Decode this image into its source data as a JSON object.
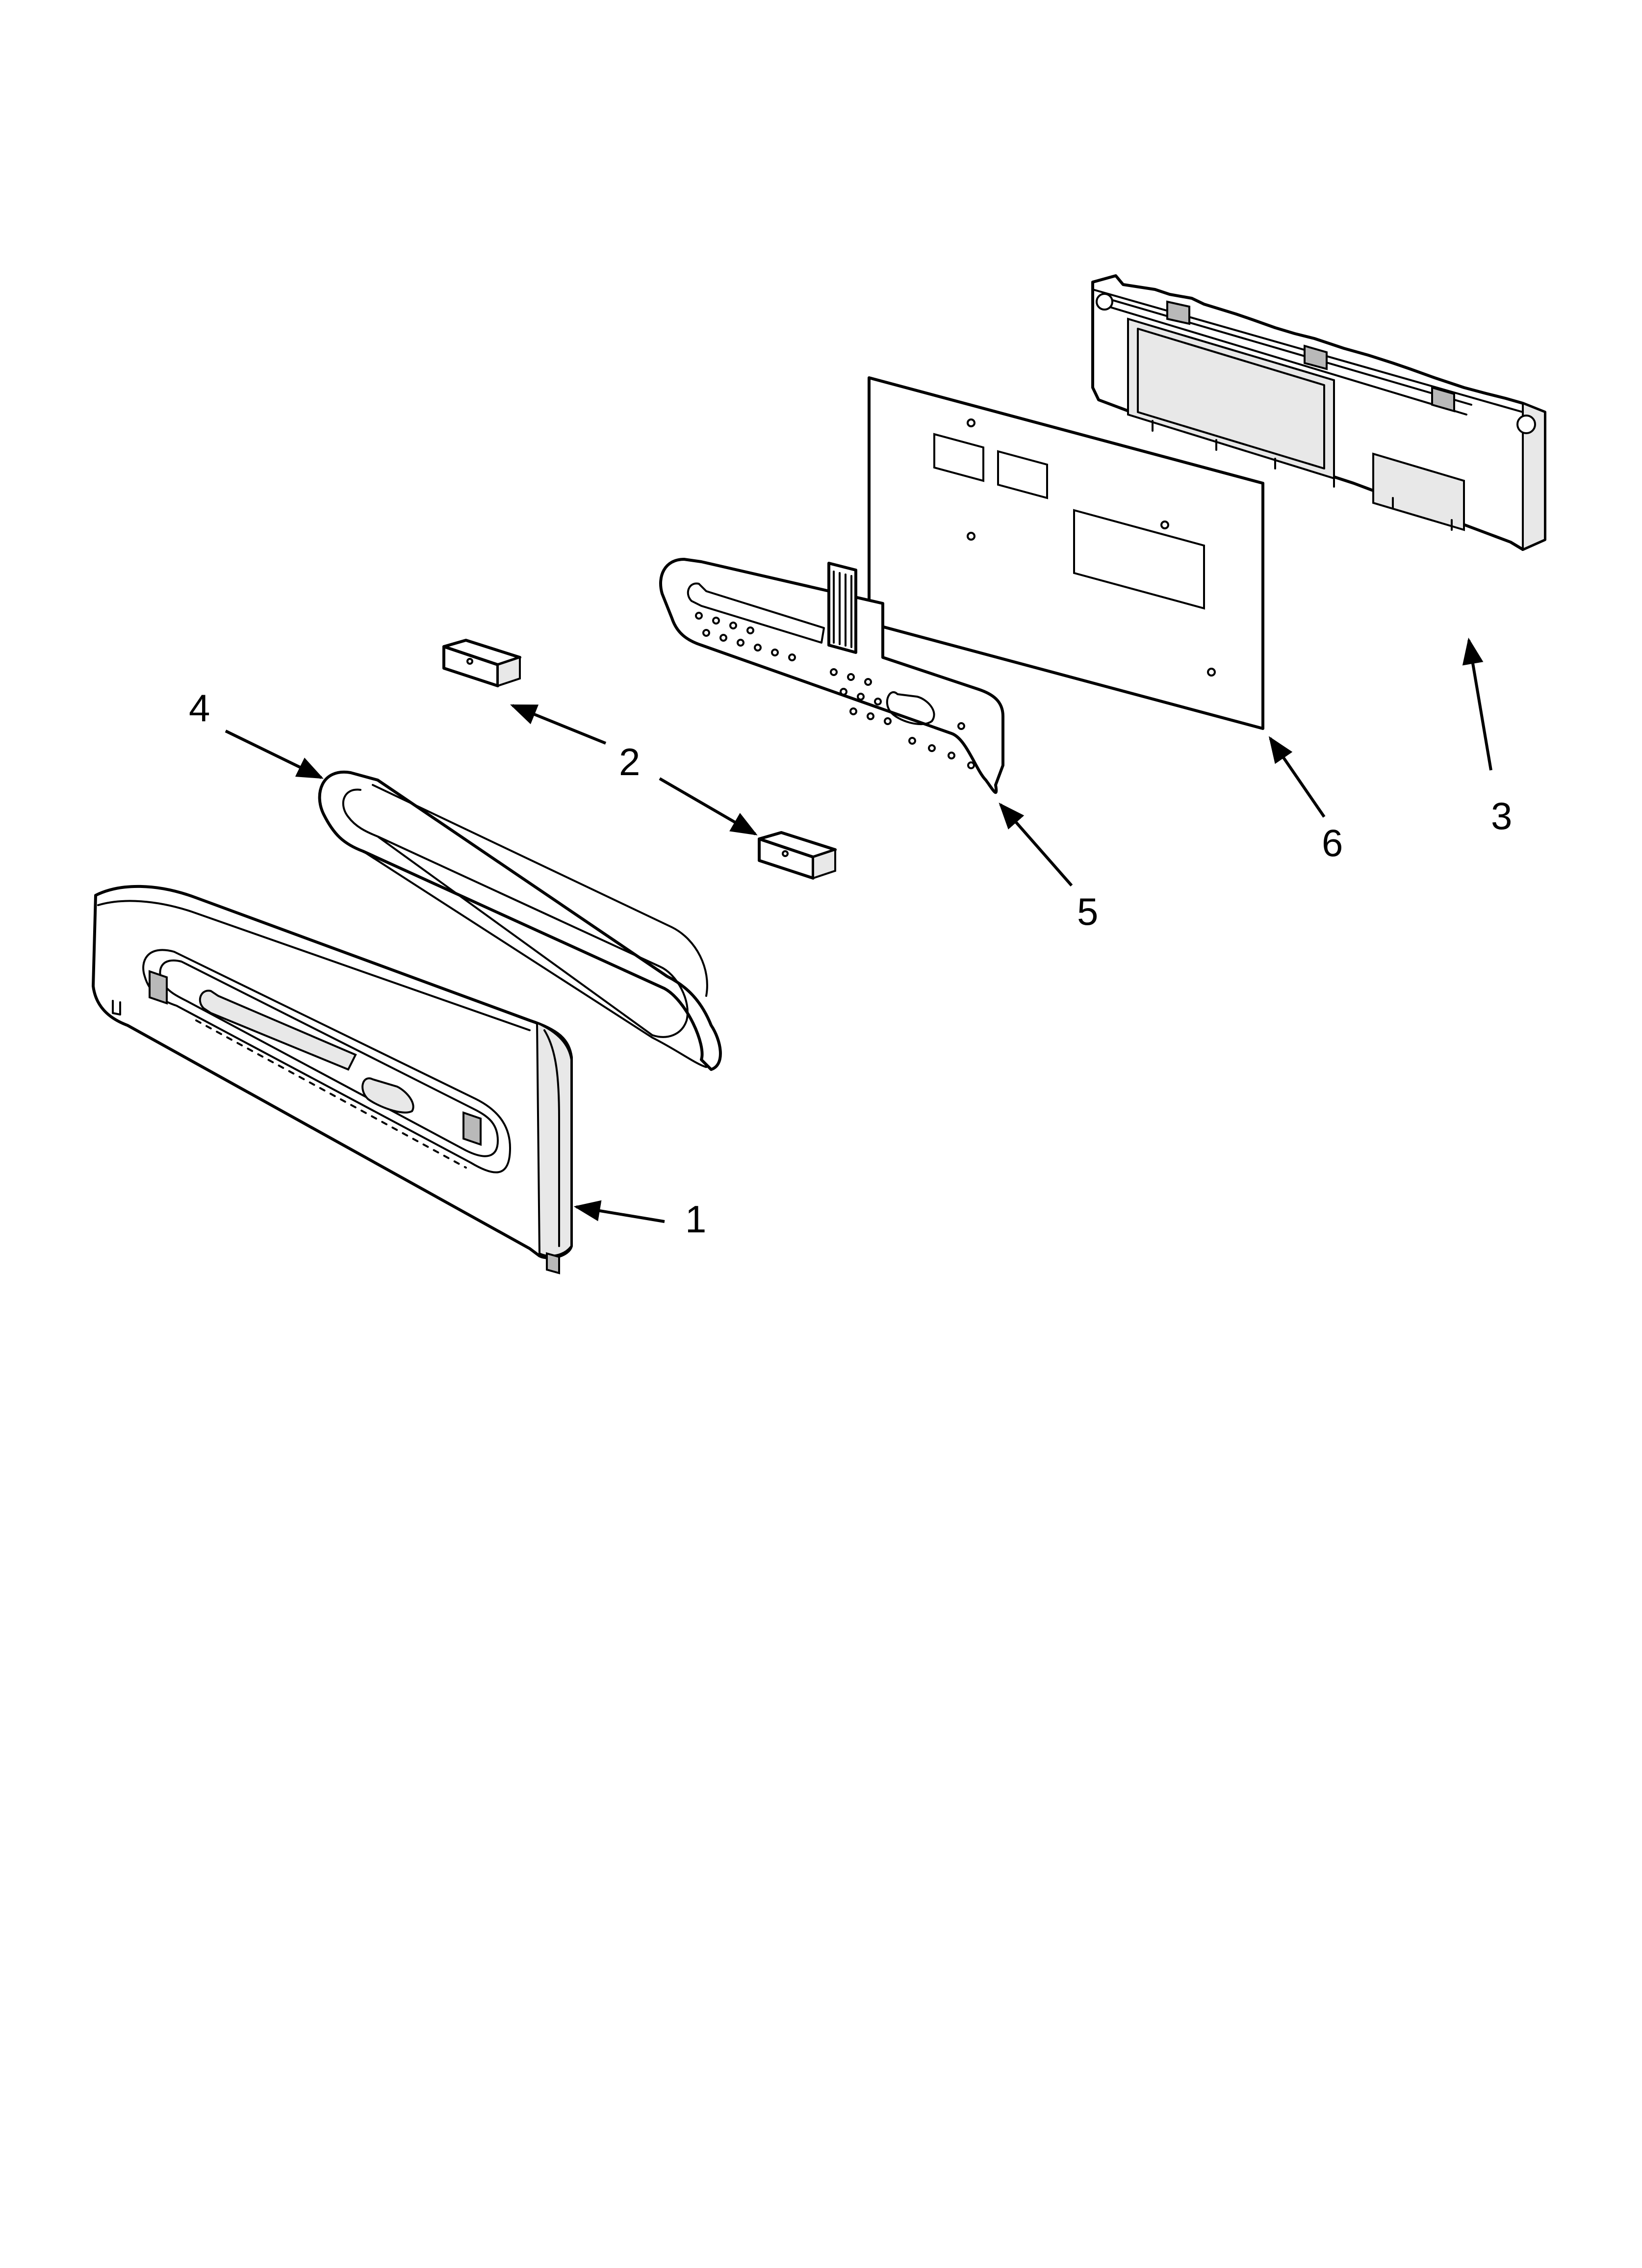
{
  "diagram": {
    "type": "exploded-parts-view",
    "callouts": [
      {
        "id": "1",
        "label": "1"
      },
      {
        "id": "2",
        "label": "2"
      },
      {
        "id": "3",
        "label": "3"
      },
      {
        "id": "4",
        "label": "4"
      },
      {
        "id": "5",
        "label": "5"
      },
      {
        "id": "6",
        "label": "6"
      }
    ],
    "colors": {
      "line": "#000000",
      "background": "#ffffff",
      "shade": "#e8e8e8"
    }
  }
}
